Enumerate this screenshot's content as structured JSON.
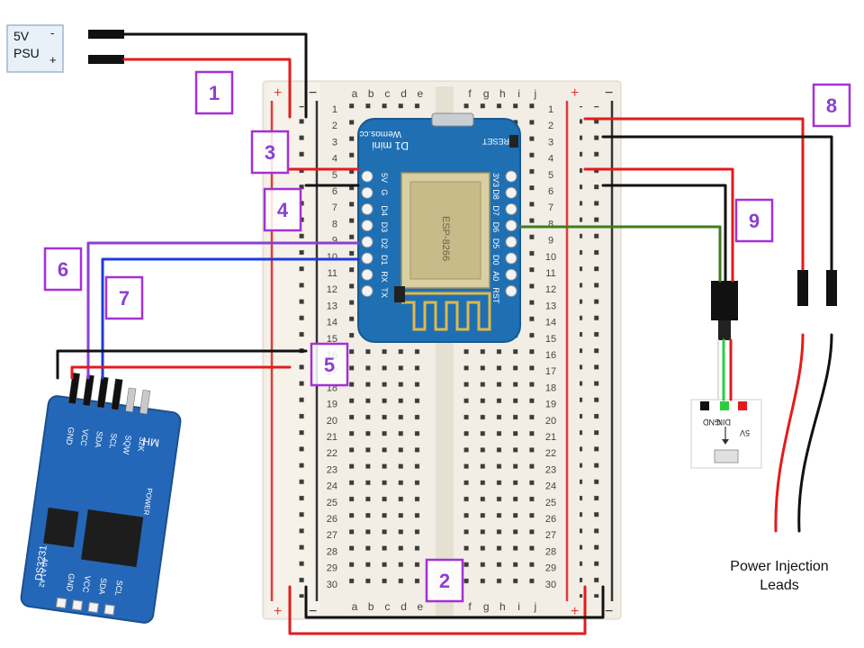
{
  "psu": {
    "volts": "5V",
    "label": "PSU",
    "minus": "-",
    "plus": "+"
  },
  "steps": [
    "1",
    "2",
    "3",
    "4",
    "5",
    "6",
    "7",
    "8",
    "9"
  ],
  "breadboard": {
    "rows": [
      "1",
      "2",
      "3",
      "4",
      "5",
      "6",
      "7",
      "8",
      "9",
      "10",
      "11",
      "12",
      "13",
      "14",
      "15",
      "16",
      "17",
      "18",
      "19",
      "20",
      "21",
      "22",
      "23",
      "24",
      "25",
      "26",
      "27",
      "28",
      "29",
      "30"
    ],
    "cols_left": [
      "a",
      "b",
      "c",
      "d",
      "e"
    ],
    "cols_right": [
      "f",
      "g",
      "h",
      "i",
      "j"
    ],
    "plus": "+",
    "minus": "−"
  },
  "d1mini": {
    "brand": "Wemos.cc",
    "name": "D1 mini",
    "reset": "RESET",
    "pins_left": [
      "5V",
      "G",
      "D4",
      "D3",
      "D2",
      "D1",
      "RX",
      "TX"
    ],
    "pins_right": [
      "3V3",
      "D8",
      "D7",
      "D6",
      "D5",
      "D0",
      "A0",
      "RST"
    ],
    "module": "ESP-8266"
  },
  "rtc": {
    "brand": "MH",
    "chip": "DS3231",
    "pins_top": [
      "GND",
      "VCC",
      "SDA",
      "SCL",
      "SQW",
      "32K"
    ],
    "power": "POWER",
    "pins_bottom": [
      "GND",
      "VCC",
      "SDA",
      "SCL"
    ],
    "addr": "A0 A1 A2"
  },
  "led": {
    "pins": [
      "5V",
      "GND",
      "DIN"
    ]
  },
  "caption": {
    "line1": "Power Injection",
    "line2": "Leads"
  },
  "colors": {
    "red": "#e31b1b",
    "black": "#111111",
    "purple": "#8e3fd3",
    "blue": "#1f3ae0",
    "green": "#3f7d1f",
    "step_border": "#a431d6"
  }
}
